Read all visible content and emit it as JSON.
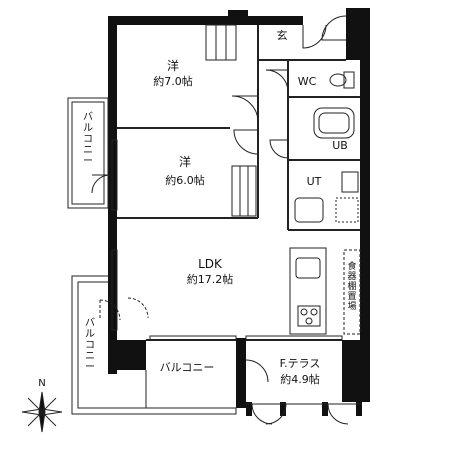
{
  "rooms": {
    "western1": {
      "name": "洋",
      "size": "約7.0帖"
    },
    "western2": {
      "name": "洋",
      "size": "約6.0帖"
    },
    "ldk": {
      "name": "LDK",
      "size": "約17.2帖"
    },
    "terrace": {
      "name": "F.テラス",
      "size": "約4.9帖"
    },
    "entrance": "玄",
    "wc": "WC",
    "ub": "UB",
    "ut": "UT",
    "pantry": "食器棚置場"
  },
  "balconies": {
    "north": "バルコニー",
    "west_upper": "バルコニー",
    "west_lower": "バルコニー"
  },
  "compass": {
    "north": "N"
  },
  "colors": {
    "wall": "#111111",
    "line": "#222222",
    "background": "#ffffff"
  }
}
